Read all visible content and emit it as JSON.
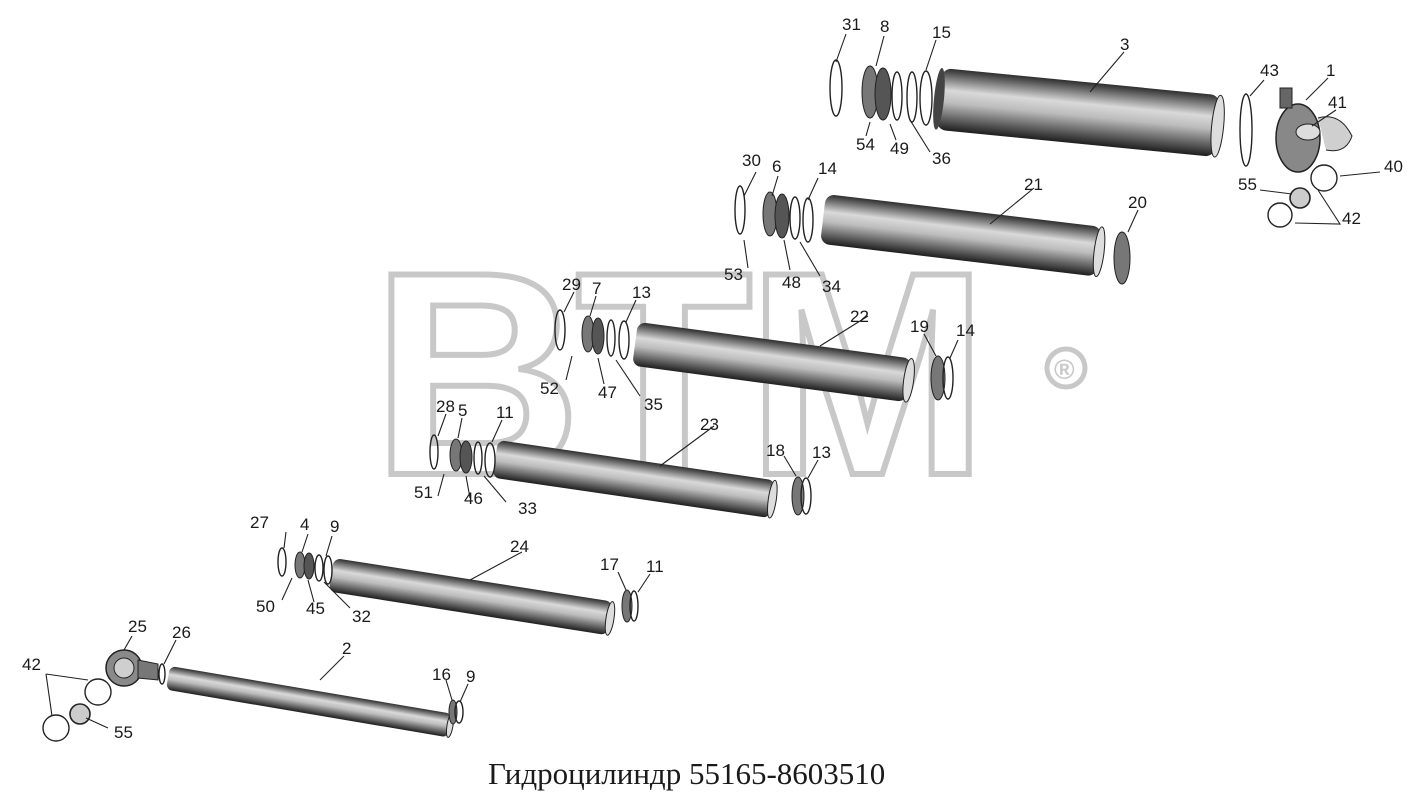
{
  "caption": "Гидроцилиндр 55165-8603510",
  "watermark": {
    "text": "BTM",
    "mark": "®"
  },
  "colors": {
    "ink": "#1a1a1a",
    "watermark": "#c8c8c8",
    "cylinder_dark": "#3a3a3a",
    "cylinder_light": "#e6e6e6"
  },
  "labels": {
    "l31": "31",
    "l8": "8",
    "l15": "15",
    "l3": "3",
    "l43": "43",
    "l1": "1",
    "l41": "41",
    "l54": "54",
    "l49": "49",
    "l36": "36",
    "l40": "40",
    "l55a": "55",
    "l42a": "42",
    "l30": "30",
    "l6": "6",
    "l14a": "14",
    "l21": "21",
    "l20": "20",
    "l53": "53",
    "l48": "48",
    "l34": "34",
    "l29": "29",
    "l7": "7",
    "l13a": "13",
    "l22": "22",
    "l19": "19",
    "l14b": "14",
    "l52": "52",
    "l47": "47",
    "l35": "35",
    "l28": "28",
    "l5": "5",
    "l11a": "11",
    "l23": "23",
    "l18": "18",
    "l13b": "13",
    "l51": "51",
    "l46": "46",
    "l33": "33",
    "l27": "27",
    "l4": "4",
    "l9a": "9",
    "l24": "24",
    "l17": "17",
    "l11b": "11",
    "l50": "50",
    "l45": "45",
    "l32": "32",
    "l25": "25",
    "l26": "26",
    "l2": "2",
    "l16": "16",
    "l9b": "9",
    "l42b": "42",
    "l55b": "55"
  }
}
